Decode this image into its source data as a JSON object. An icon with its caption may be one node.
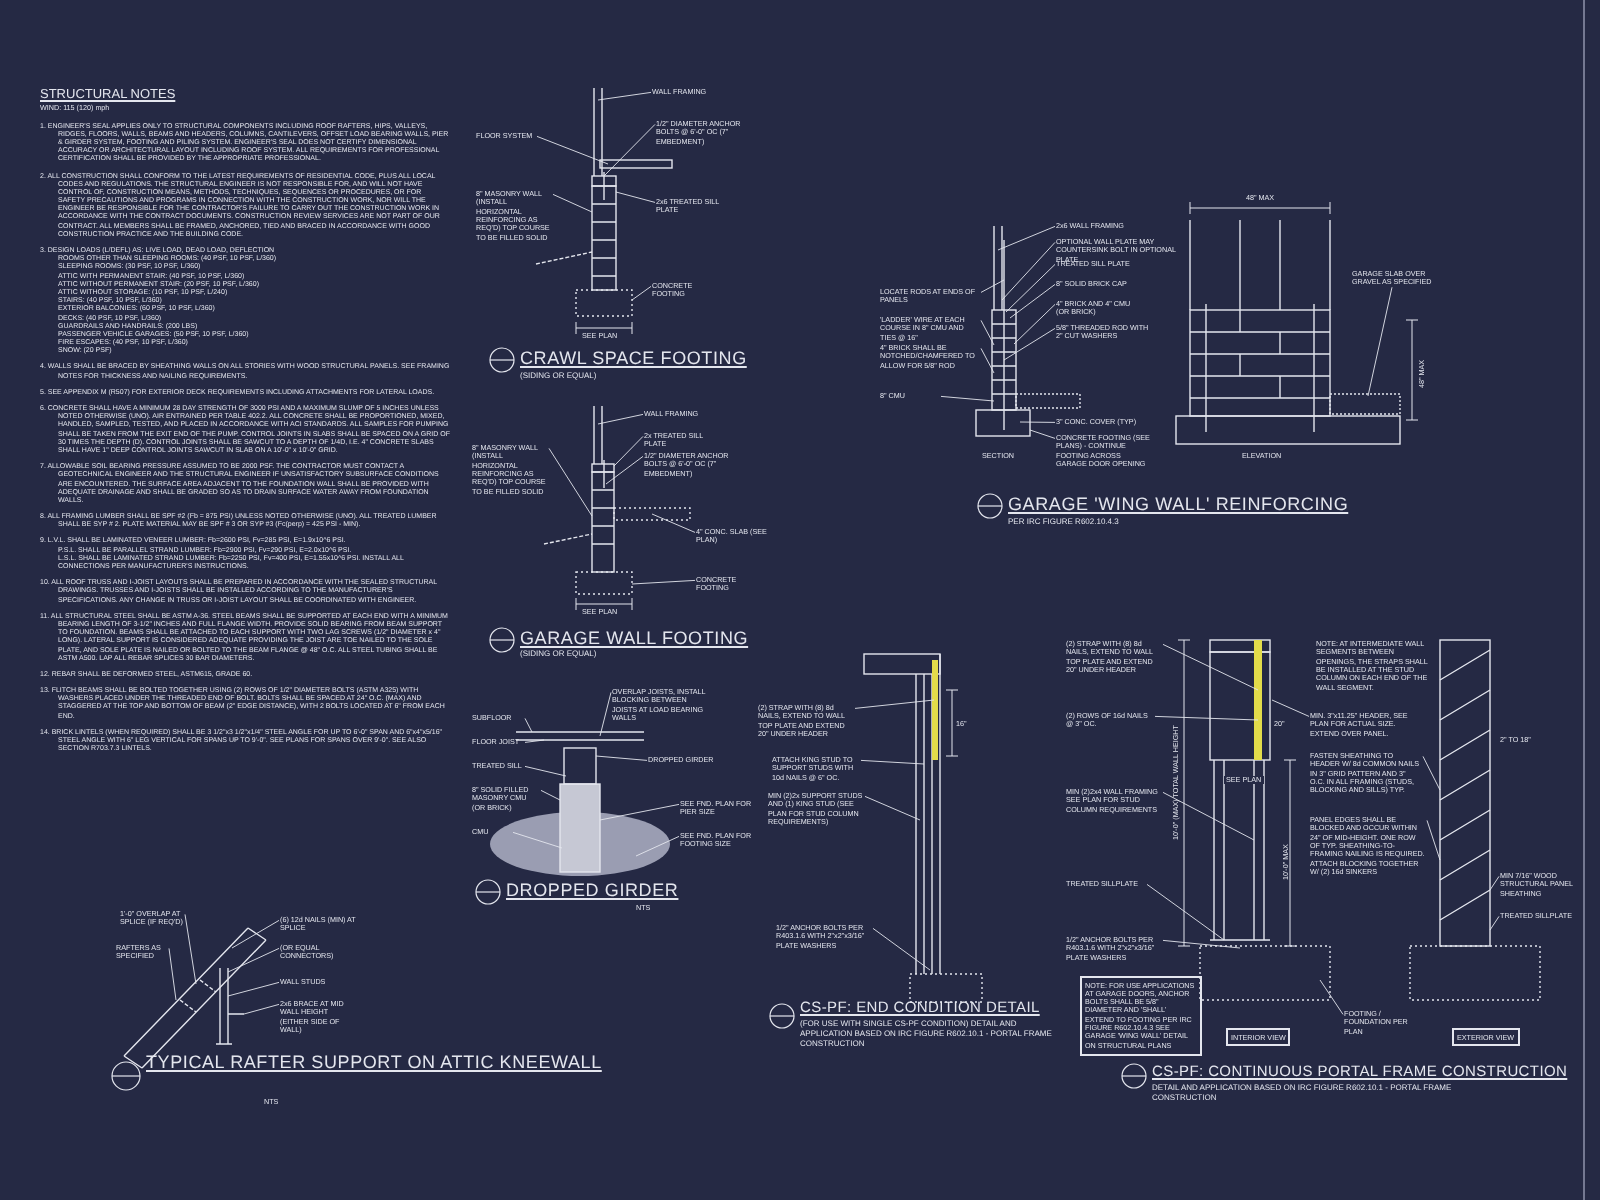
{
  "diagram": {
    "nodes": [
      {
        "text": [
          "1'-0\" OVERLAP AT SPLICE (IF REQ'D)"
        ]
      },
      {
        "text": [
          "RAFTERS AS SPECIFIED"
        ]
      },
      {
        "text": [
          "(6) 12d NAILS (MIN) AT SPLICE"
        ]
      },
      {
        "text": [
          "(OR EQUAL CONNECTORS)"
        ]
      },
      {
        "text": [
          "WALL STUDS"
        ]
      },
      {
        "text": [
          "2x6 BRACE AT MID WALL HEIGHT (EITHER SIDE OF WALL)"
        ]
      },
      {
        "text": [
          "WALL FRAMING"
        ]
      },
      {
        "text": [
          "FLOOR SYSTEM"
        ]
      },
      {
        "text": [
          "1/2\" DIAMETER ANCHOR BOLTS @ 6'-0\" OC (7\" EMBEDMENT)"
        ]
      },
      {
        "text": [
          "8\" MASONRY WALL (INSTALL HORIZONTAL REINFORCING AS REQ'D) TOP COURSE TO BE FILLED SOLID"
        ]
      },
      {
        "text": [
          "2x6 TREATED SILL PLATE"
        ]
      },
      {
        "text": [
          "CONCRETE FOOTING"
        ]
      },
      {
        "text": [
          "WALL FRAMING"
        ]
      },
      {
        "text": [
          "2x TREATED SILL PLATE"
        ]
      },
      {
        "text": [
          "1/2\" DIAMETER ANCHOR BOLTS @ 6'-0\" OC (7\" EMBEDMENT)"
        ]
      },
      {
        "text": [
          "8\" MASONRY WALL (INSTALL HORIZONTAL REINFORCING AS REQ'D) TOP COURSE TO BE FILLED SOLID"
        ]
      },
      {
        "text": [
          "4\" CONC. SLAB (SEE PLAN)"
        ]
      },
      {
        "text": [
          "CONCRETE FOOTING"
        ]
      },
      {
        "text": [
          "SUBFLOOR"
        ]
      },
      {
        "text": [
          "FLOOR JOIST"
        ]
      },
      {
        "text": [
          "TREATED SILL"
        ]
      },
      {
        "text": [
          "8\" SOLID FILLED MASONRY CMU (OR BRICK)"
        ]
      },
      {
        "text": [
          "CMU"
        ]
      },
      {
        "text": [
          "OVERLAP JOISTS, INSTALL BLOCKING BETWEEN JOISTS AT LOAD BEARING WALLS"
        ]
      },
      {
        "text": [
          "DROPPED GIRDER"
        ]
      },
      {
        "text": [
          "SEE FND. PLAN FOR PIER SIZE"
        ]
      },
      {
        "text": [
          "SEE FND. PLAN FOR FOOTING SIZE"
        ]
      },
      {
        "text": [
          "LOCATE RODS AT ENDS OF PANELS"
        ]
      },
      {
        "text": [
          "'LADDER' WIRE AT EACH COURSE IN 8\" CMU AND TIES @ 16\""
        ]
      },
      {
        "text": [
          "4\" BRICK SHALL BE NOTCHED/CHAMFERED TO ALLOW FOR 5/8\" ROD"
        ]
      },
      {
        "text": [
          "8\" CMU"
        ]
      },
      {
        "text": [
          "2x6 WALL FRAMING"
        ]
      },
      {
        "text": [
          "OPTIONAL WALL PLATE MAY COUNTERSINK BOLT IN OPTIONAL PLATE"
        ]
      },
      {
        "text": [
          "TREATED SILL PLATE"
        ]
      },
      {
        "text": [
          "8\" SOLID BRICK CAP"
        ]
      },
      {
        "text": [
          "4\" BRICK AND 4\" CMU (OR BRICK)"
        ]
      },
      {
        "text": [
          "5/8\" THREADED ROD WITH 2\" CUT WASHERS"
        ]
      },
      {
        "text": [
          "3\" CONC. COVER (TYP)"
        ]
      },
      {
        "text": [
          "CONCRETE FOOTING (SEE PLANS) - CONTINUE FOOTING ACROSS GARAGE DOOR OPENING"
        ]
      },
      {
        "text": [
          "GARAGE SLAB OVER GRAVEL AS SPECIFIED"
        ]
      },
      {
        "text": [
          "(2) STRAP WITH (8) 8d NAILS, EXTEND TO WALL TOP PLATE AND EXTEND 20\" UNDER HEADER"
        ]
      },
      {
        "text": [
          "ATTACH KING STUD TO SUPPORT STUDS WITH 10d NAILS @ 6\" OC."
        ]
      },
      {
        "text": [
          "MIN (2)2x SUPPORT STUDS AND (1) KING STUD (SEE PLAN FOR STUD COLUMN REQUIREMENTS)"
        ]
      },
      {
        "text": [
          "1/2\" ANCHOR BOLTS PER R403.1.6 WITH 2\"x2\"x3/16\" PLATE WASHERS"
        ]
      },
      {
        "text": [
          "(2) STRAP WITH (8) 8d NAILS, EXTEND TO WALL TOP PLATE AND EXTEND 20\" UNDER HEADER"
        ]
      },
      {
        "text": [
          "(2) ROWS OF 16d NAILS @ 3\" OC."
        ]
      },
      {
        "text": [
          "MIN (2)2x4 WALL FRAMING SEE PLAN FOR STUD COLUMN REQUIREMENTS"
        ]
      },
      {
        "text": [
          "TREATED SILLPLATE"
        ]
      },
      {
        "text": [
          "1/2\" ANCHOR BOLTS PER R403.1.6 WITH 2\"x2\"x3/16\" PLATE WASHERS"
        ]
      },
      {
        "text": [
          "NOTE: FOR USE APPLICATIONS AT GARAGE DOORS, ANCHOR BOLTS SHALL BE 5/8\" DIAMETER AND 'SHALL' EXTEND TO FOOTING PER IRC FIGURE R602.10.4.3 SEE GARAGE 'WING WALL' DETAIL ON STRUCTURAL PLANS"
        ]
      },
      {
        "text": [
          "MIN. 3\"x11.25\" HEADER, SEE PLAN FOR ACTUAL SIZE. EXTEND OVER PANEL."
        ]
      },
      {
        "text": [
          "FASTEN SHEATHING TO HEADER W/ 8d COMMON NAILS IN 3\" GRID PATTERN AND 3\" O.C. IN ALL FRAMING (STUDS, BLOCKING AND SILLS) TYP."
        ]
      },
      {
        "text": [
          "PANEL EDGES SHALL BE BLOCKED AND OCCUR WITHIN 24\" OF MID-HEIGHT. ONE ROW OF TYP. SHEATHING-TO-FRAMING NAILING IS REQUIRED. ATTACH BLOCKING TOGETHER W/ (2) 16d SINKERS"
        ]
      },
      {
        "text": [
          "FOOTING / FOUNDATION PER PLAN"
        ]
      },
      {
        "text": [
          "MIN 7/16\" WOOD STRUCTURAL PANEL SHEATHING"
        ]
      },
      {
        "text": [
          "TREATED SILLPLATE"
        ]
      },
      {
        "text": [],
        "shape": "picture"
      },
      {
        "text": [],
        "shape": "picture"
      },
      {
        "text": [],
        "shape": "picture"
      },
      {
        "text": [],
        "shape": "picture"
      },
      {
        "text": [],
        "shape": "picture"
      },
      {
        "text": [],
        "shape": "picture"
      },
      {
        "text": [],
        "shape": "picture"
      },
      {
        "text": [],
        "shape": "picture"
      },
      {
        "text": [],
        "shape": "picture"
      }
    ],
    "edges": [
      {
        "from": 0,
        "to": 56,
        "arrow": "none"
      },
      {
        "from": 1,
        "to": 56,
        "arrow": "none"
      },
      {
        "from": 2,
        "to": 56,
        "arrow": "none"
      },
      {
        "from": 3,
        "to": 56,
        "arrow": "none"
      },
      {
        "from": 4,
        "to": 56,
        "arrow": "none"
      },
      {
        "from": 5,
        "to": 56,
        "arrow": "none"
      },
      {
        "from": 6,
        "to": 57,
        "arrow": "none"
      },
      {
        "from": 7,
        "to": 57,
        "arrow": "none"
      },
      {
        "from": 8,
        "to": 57,
        "arrow": "none"
      },
      {
        "from": 9,
        "to": 57,
        "arrow": "none"
      },
      {
        "from": 10,
        "to": 57,
        "arrow": "none"
      },
      {
        "from": 11,
        "to": 57,
        "arrow": "none"
      },
      {
        "from": 12,
        "to": 58,
        "arrow": "none"
      },
      {
        "from": 13,
        "to": 58,
        "arrow": "none"
      },
      {
        "from": 14,
        "to": 58,
        "arrow": "none"
      },
      {
        "from": 15,
        "to": 58,
        "arrow": "none"
      },
      {
        "from": 16,
        "to": 58,
        "arrow": "none"
      },
      {
        "from": 17,
        "to": 58,
        "arrow": "none"
      },
      {
        "from": 18,
        "to": 59,
        "arrow": "none"
      },
      {
        "from": 19,
        "to": 59,
        "arrow": "none"
      },
      {
        "from": 20,
        "to": 59,
        "arrow": "none"
      },
      {
        "from": 21,
        "to": 59,
        "arrow": "none"
      },
      {
        "from": 22,
        "to": 59,
        "arrow": "none"
      },
      {
        "from": 23,
        "to": 59,
        "arrow": "none"
      },
      {
        "from": 24,
        "to": 59,
        "arrow": "none"
      },
      {
        "from": 25,
        "to": 59,
        "arrow": "none"
      },
      {
        "from": 26,
        "to": 59,
        "arrow": "none"
      },
      {
        "from": 27,
        "to": 60,
        "arrow": "none"
      },
      {
        "from": 28,
        "to": 60,
        "arrow": "none"
      },
      {
        "from": 29,
        "to": 60,
        "arrow": "none"
      },
      {
        "from": 30,
        "to": 60,
        "arrow": "none"
      },
      {
        "from": 31,
        "to": 60,
        "arrow": "none"
      },
      {
        "from": 32,
        "to": 60,
        "arrow": "none"
      },
      {
        "from": 33,
        "to": 60,
        "arrow": "none"
      },
      {
        "from": 34,
        "to": 60,
        "arrow": "none"
      },
      {
        "from": 35,
        "to": 60,
        "arrow": "none"
      },
      {
        "from": 36,
        "to": 60,
        "arrow": "none"
      },
      {
        "from": 37,
        "to": 60,
        "arrow": "none"
      },
      {
        "from": 38,
        "to": 60,
        "arrow": "none"
      },
      {
        "from": 39,
        "to": 61,
        "arrow": "none"
      },
      {
        "from": 40,
        "to": 62,
        "arrow": "none"
      },
      {
        "from": 41,
        "to": 62,
        "arrow": "none"
      },
      {
        "from": 42,
        "to": 62,
        "arrow": "none"
      },
      {
        "from": 43,
        "to": 62,
        "arrow": "none"
      },
      {
        "from": 44,
        "to": 63,
        "arrow": "none"
      },
      {
        "from": 45,
        "to": 63,
        "arrow": "none"
      },
      {
        "from": 46,
        "to": 63,
        "arrow": "none"
      },
      {
        "from": 47,
        "to": 63,
        "arrow": "none"
      },
      {
        "from": 48,
        "to": 63,
        "arrow": "none"
      },
      {
        "from": 50,
        "to": 63,
        "arrow": "none"
      },
      {
        "from": 51,
        "to": 64,
        "arrow": "none"
      },
      {
        "from": 52,
        "to": 64,
        "arrow": "none"
      },
      {
        "from": 53,
        "to": 63,
        "arrow": "none"
      },
      {
        "from": 54,
        "to": 64,
        "arrow": "none"
      },
      {
        "from": 55,
        "to": 64,
        "arrow": "none"
      }
    ],
    "labels": [
      "STRUCTURAL NOTES",
      "WIND: 115 (120) mph",
      "1. ENGINEER'S SEAL APPLIES ONLY TO STRUCTURAL COMPONENTS INCLUDING ROOF RAFTERS, HIPS, VALLEYS, RIDGES, FLOORS, WALLS, BEAMS AND HEADERS, COLUMNS, CANTILEVERS, OFFSET LOAD BEARING WALLS, PIER & GIRDER SYSTEM, FOOTING AND PILING SYSTEM. ENGINEER'S SEAL DOES NOT CERTIFY DIMENSIONAL ACCURACY OR ARCHITECTURAL LAYOUT INCLUDING ROOF SYSTEM. ALL REQUIREMENTS FOR PROFESSIONAL CERTIFICATION SHALL BE PROVIDED BY THE APPROPRIATE PROFESSIONAL.",
      "2. ALL CONSTRUCTION SHALL CONFORM TO THE LATEST REQUIREMENTS OF RESIDENTIAL CODE, PLUS ALL LOCAL CODES AND REGULATIONS. THE STRUCTURAL ENGINEER IS NOT RESPONSIBLE FOR, AND WILL NOT HAVE CONTROL OF, CONSTRUCTION MEANS, METHODS, TECHNIQUES, SEQUENCES OR PROCEDURES, OR FOR SAFETY PRECAUTIONS AND PROGRAMS IN CONNECTION WITH THE CONSTRUCTION WORK, NOR WILL THE ENGINEER BE RESPONSIBLE FOR THE CONTRACTOR'S FAILURE TO CARRY OUT THE CONSTRUCTION WORK IN ACCORDANCE WITH THE CONTRACT DOCUMENTS. CONSTRUCTION REVIEW SERVICES ARE NOT PART OF OUR CONTRACT. ALL MEMBERS SHALL BE FRAMED, ANCHORED, TIED AND BRACED IN ACCORDANCE WITH GOOD CONSTRUCTION PRACTICE AND THE BUILDING CODE.",
      "3. DESIGN LOADS (L/DEFL) AS: LIVE LOAD, DEAD LOAD, DEFLECTION",
      "ROOMS OTHER THAN SLEEPING ROOMS: (40 PSF, 10 PSF, L/360)",
      "SLEEPING ROOMS: (30 PSF, 10 PSF, L/360)",
      "ATTIC WITH PERMANENT STAIR: (40 PSF, 10 PSF, L/360)",
      "ATTIC WITHOUT PERMANENT STAIR: (20 PSF, 10 PSF, L/360)",
      "ATTIC WITHOUT STORAGE: (10 PSF, 10 PSF, L/240)",
      "STAIRS: (40 PSF, 10 PSF, L/360)",
      "EXTERIOR BALCONIES: (60 PSF, 10 PSF, L/360)",
      "DECKS: (40 PSF, 10 PSF, L/360)",
      "GUARDRAILS AND HANDRAILS: (200 LBS)",
      "PASSENGER VEHICLE GARAGES: (50 PSF, 10 PSF, L/360)",
      "FIRE ESCAPES: (40 PSF, 10 PSF, L/360)",
      "SNOW: (20 PSF)",
      "4. WALLS SHALL BE BRACED BY SHEATHING WALLS ON ALL STORIES WITH WOOD STRUCTURAL PANELS. SEE FRAMING NOTES FOR THICKNESS AND NAILING REQUIREMENTS.",
      "5. SEE APPENDIX M (R507) FOR EXTERIOR DECK REQUIREMENTS INCLUDING ATTACHMENTS FOR LATERAL LOADS.",
      "6. CONCRETE SHALL HAVE A MINIMUM 28 DAY STRENGTH OF 3000 PSI AND A MAXIMUM SLUMP OF 5 INCHES UNLESS NOTED OTHERWISE (UNO). AIR ENTRAINED PER TABLE 402.2. ALL CONCRETE SHALL BE PROPORTIONED, MIXED, HANDLED, SAMPLED, TESTED, AND PLACED IN ACCORDANCE WITH ACI STANDARDS. ALL SAMPLES FOR PUMPING SHALL BE TAKEN FROM THE EXIT END OF THE PUMP. CONTROL JOINTS IN SLABS SHALL BE SPACED ON A GRID OF 30 TIMES THE DEPTH (D). CONTROL JOINTS SHALL BE SAWCUT TO A DEPTH OF 1/4D, I.E. 4\" CONCRETE SLABS SHALL HAVE 1\" DEEP CONTROL JOINTS SAWCUT IN SLAB ON A 10'-0\" x 10'-0\" GRID.",
      "7. ALLOWABLE SOIL BEARING PRESSURE ASSUMED TO BE 2000 PSF. THE CONTRACTOR MUST CONTACT A GEOTECHNICAL ENGINEER AND THE STRUCTURAL ENGINEER IF UNSATISFACTORY SUBSURFACE CONDITIONS ARE ENCOUNTERED. THE SURFACE AREA ADJACENT TO THE FOUNDATION WALL SHALL BE PROVIDED WITH ADEQUATE DRAINAGE AND SHALL BE GRADED SO AS TO DRAIN SURFACE WATER AWAY FROM FOUNDATION WALLS.",
      "8. ALL FRAMING LUMBER SHALL BE SPF #2 (Fb = 875 PSI) UNLESS NOTED OTHERWISE (UNO). ALL TREATED LUMBER SHALL BE SYP # 2. PLATE MATERIAL MAY BE SPF # 3 OR SYP #3 (Fc(perp) = 425 PSI - MIN).",
      "9. L.V.L. SHALL BE LAMINATED VENEER LUMBER: Fb=2600 PSI, Fv=285 PSI, E=1.9x10^6 PSI.",
      "P.S.L. SHALL BE PARALLEL STRAND LUMBER: Fb=2900 PSI, Fv=290 PSI, E=2.0x10^6 PSI.",
      "L.S.L. SHALL BE LAMINATED STRAND LUMBER: Fb=2250 PSI, Fv=400 PSI, E=1.55x10^6 PSI. INSTALL ALL CONNECTIONS PER MANUFACTURER'S INSTRUCTIONS.",
      "10. ALL ROOF TRUSS AND I-JOIST LAYOUTS SHALL BE PREPARED IN ACCORDANCE WITH THE SEALED STRUCTURAL DRAWINGS. TRUSSES AND I-JOISTS SHALL BE INSTALLED ACCORDING TO THE MANUFACTURER'S SPECIFICATIONS. ANY CHANGE IN TRUSS OR I-JOIST LAYOUT SHALL BE COORDINATED WITH ENGINEER.",
      "11. ALL STRUCTURAL STEEL SHALL BE ASTM A-36. STEEL BEAMS SHALL BE SUPPORTED AT EACH END WITH A MINIMUM BEARING LENGTH OF 3-1/2\" INCHES AND FULL FLANGE WIDTH. PROVIDE SOLID BEARING FROM BEAM SUPPORT TO FOUNDATION. BEAMS SHALL BE ATTACHED TO EACH SUPPORT WITH TWO LAG SCREWS (1/2\" DIAMETER x 4\" LONG). LATERAL SUPPORT IS CONSIDERED ADEQUATE PROVIDING THE JOIST ARE TOE NAILED TO THE SOLE PLATE, AND SOLE PLATE IS NAILED OR BOLTED TO THE BEAM FLANGE @ 48\" O.C. ALL STEEL TUBING SHALL BE ASTM A500. LAP ALL REBAR SPLICES 30 BAR DIAMETERS.",
      "12. REBAR SHALL BE DEFORMED STEEL, ASTM615, GRADE 60.",
      "13. FLITCH BEAMS SHALL BE BOLTED TOGETHER USING (2) ROWS OF 1/2\" DIAMETER BOLTS (ASTM A325) WITH WASHERS PLACED UNDER THE THREADED END OF BOLT. BOLTS SHALL BE SPACED AT 24\" O.C. (MAX) AND STAGGERED AT THE TOP AND BOTTOM OF BEAM (2\" EDGE DISTANCE), WITH 2 BOLTS LOCATED AT 6\" FROM EACH END.",
      "14. BRICK LINTELS (WHEN REQUIRED) SHALL BE 3 1/2\"x3 1/2\"x1/4\" STEEL ANGLE FOR UP TO 6'-0\" SPAN AND 6\"x4\"x5/16\" STEEL ANGLE WITH 6\" LEG VERTICAL FOR SPANS UP TO 9'-0\". SEE PLANS FOR SPANS OVER 9'-0\". SEE ALSO SECTION R703.7.3 LINTELS.",
      "SEE PLAN",
      "CRAWL SPACE FOOTING",
      "(SIDING OR EQUAL)",
      "SEE PLAN",
      "GARAGE WALL FOOTING",
      "(SIDING OR EQUAL)",
      "DROPPED GIRDER",
      "NTS",
      "TYPICAL RAFTER SUPPORT ON ATTIC KNEEWALL",
      "NTS",
      "48\" MAX",
      "48\" MAX",
      "SECTION",
      "ELEVATION",
      "GARAGE 'WING WALL' REINFORCING",
      "PER IRC FIGURE R602.10.4.3",
      "16\"",
      "CS-PF: END CONDITION DETAIL",
      "(FOR USE WITH SINGLE CS-PF CONDITION) DETAIL AND APPLICATION BASED ON IRC FIGURE R602.10.1 - PORTAL FRAME CONSTRUCTION",
      "NOTE: AT INTERMEDIATE WALL SEGMENTS BETWEEN OPENINGS, THE STRAPS SHALL BE INSTALLED AT THE STUD COLUMN ON EACH END OF THE WALL SEGMENT.",
      "10'-0\" (MAX) TOTAL WALL HEIGHT",
      "20\"",
      "SEE PLAN",
      "10'-0\" MAX",
      "2\" TO 18\"",
      "INTERIOR VIEW",
      "EXTERIOR VIEW",
      "CS-PF: CONTINUOUS PORTAL FRAME CONSTRUCTION",
      "DETAIL AND APPLICATION BASED ON IRC FIGURE R602.10.1 - PORTAL FRAME CONSTRUCTION"
    ]
  }
}
